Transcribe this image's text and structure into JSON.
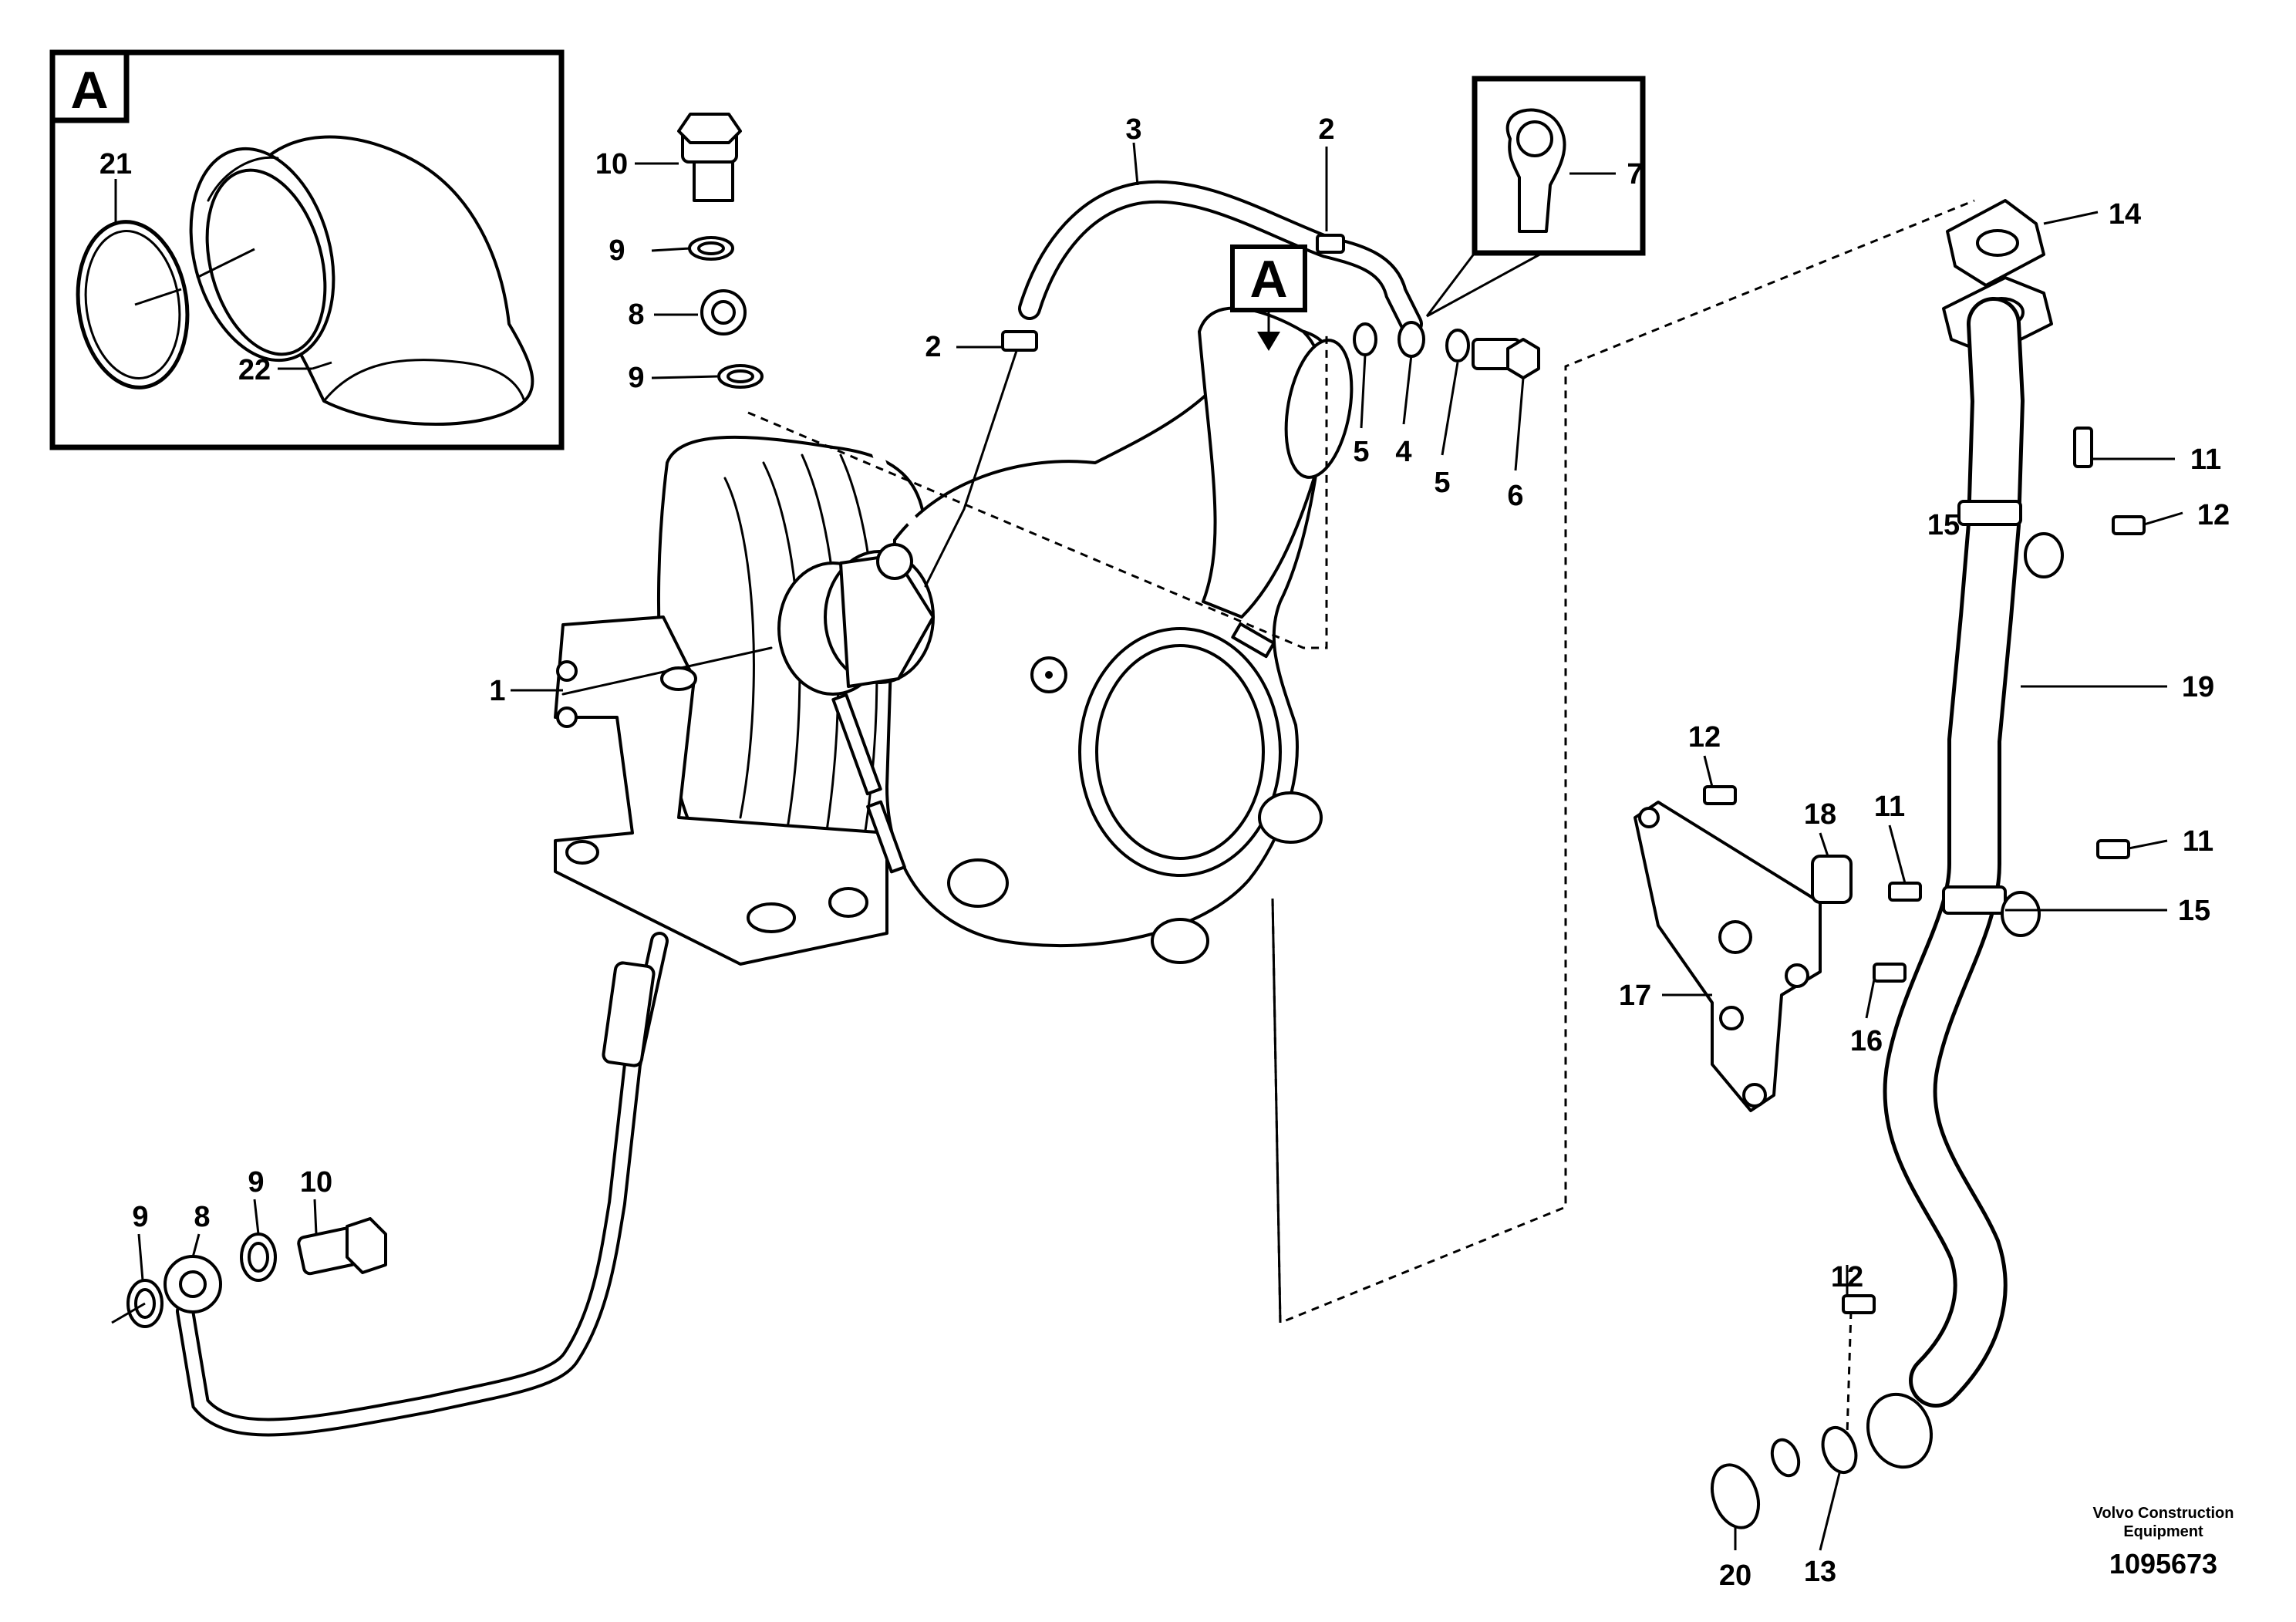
{
  "detail_box": {
    "letter": "A"
  },
  "view_marker": {
    "letter": "A"
  },
  "callouts": [
    "1",
    "2",
    "2",
    "3",
    "4",
    "5",
    "5",
    "6",
    "7",
    "8",
    "8",
    "9",
    "9",
    "9",
    "9",
    "10",
    "10",
    "11",
    "11",
    "11",
    "12",
    "12",
    "12",
    "13",
    "14",
    "15",
    "15",
    "16",
    "17",
    "18",
    "19",
    "20",
    "21",
    "22"
  ],
  "labels": {
    "p1": "1",
    "p2a": "2",
    "p2b": "2",
    "p3": "3",
    "p4": "4",
    "p5a": "5",
    "p5b": "5",
    "p6": "6",
    "p7": "7",
    "p8a": "8",
    "p8b": "8",
    "p9a": "9",
    "p9b": "9",
    "p9c": "9",
    "p9d": "9",
    "p10a": "10",
    "p10b": "10",
    "p11a": "11",
    "p11b": "11",
    "p11c": "11",
    "p12a": "12",
    "p12b": "12",
    "p12c": "12",
    "p13": "13",
    "p14": "14",
    "p15a": "15",
    "p15b": "15",
    "p16": "16",
    "p17": "17",
    "p18": "18",
    "p19": "19",
    "p20": "20",
    "p21": "21",
    "p22": "22"
  },
  "footer": {
    "company_line1": "Volvo Construction",
    "company_line2": "Equipment",
    "drawing_number": "1095673"
  }
}
